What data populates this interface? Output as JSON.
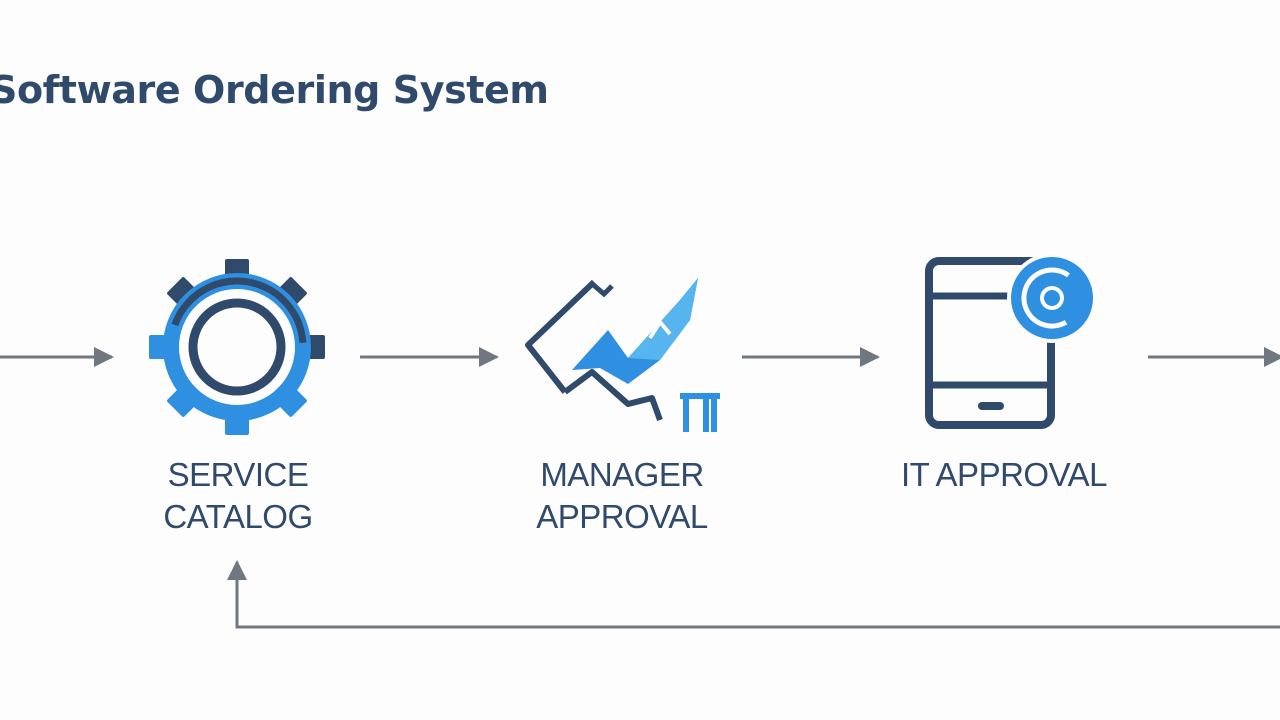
{
  "title": "Software Ordering System",
  "colors": {
    "navy": "#2f4a6b",
    "blue": "#2f8fe0",
    "light_blue": "#56b4ee",
    "arrow": "#6f7780",
    "background": "#fdfdfe"
  },
  "steps": [
    {
      "id": "service-catalog",
      "lines": [
        "SERVICE",
        "CATALOG"
      ],
      "icon": "gear-icon"
    },
    {
      "id": "manager-approval",
      "lines": [
        "MANAGER",
        "APPROVAL"
      ],
      "icon": "checkmark-approval-icon"
    },
    {
      "id": "it-approval",
      "lines": [
        "IT APPROVAL"
      ],
      "icon": "mobile-phone-icon"
    }
  ],
  "connectors": [
    "incoming-arrow",
    "arrow-service-to-manager",
    "arrow-manager-to-it",
    "arrow-it-to-next",
    "return-loop-arrow"
  ]
}
